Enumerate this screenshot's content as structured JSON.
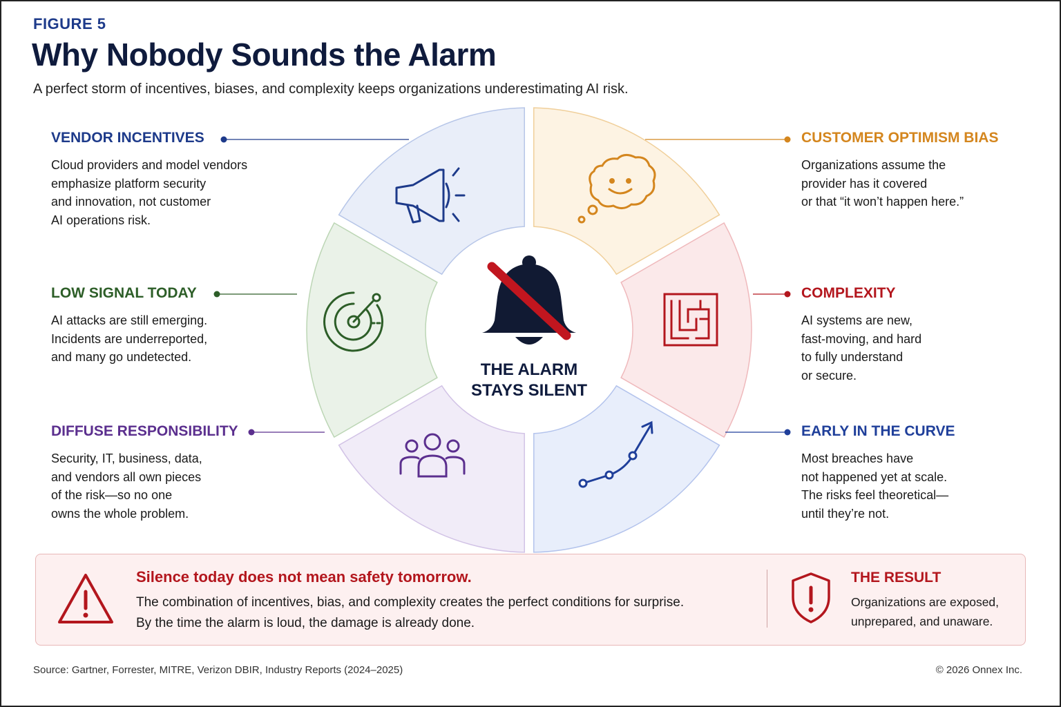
{
  "figure_label": "FIGURE 5",
  "title": "Why Nobody Sounds the Alarm",
  "subtitle": "A perfect storm of incentives, biases, and complexity keeps organizations underestimating AI risk.",
  "center": {
    "text": "THE ALARM\nSTAYS SILENT",
    "icon": "muted-bell-icon"
  },
  "factors": [
    {
      "id": "vendor",
      "title": "VENDOR INCENTIVES",
      "body": "Cloud providers and model vendors\nemphasize platform security\nand innovation, not customer\nAI operations risk.",
      "color": "#1d3a8a",
      "fill": "#e9eef9",
      "stroke": "#b7c6e8",
      "icon": "megaphone-icon"
    },
    {
      "id": "optimism",
      "title": "CUSTOMER OPTIMISM BIAS",
      "body": "Organizations assume the\nprovider has it covered\nor that “it won’t happen here.”",
      "color": "#d4861e",
      "fill": "#fdf3e3",
      "stroke": "#f0cf9a",
      "icon": "thought-bubble-icon"
    },
    {
      "id": "complexity",
      "title": "COMPLEXITY",
      "body": "AI systems are new,\nfast-moving, and hard\nto fully understand\nor secure.",
      "color": "#b3161d",
      "fill": "#fbe9ea",
      "stroke": "#efb9bc",
      "icon": "maze-icon"
    },
    {
      "id": "curve",
      "title": "EARLY IN THE CURVE",
      "body": "Most breaches have\nnot happened yet at scale.\nThe risks feel theoretical—\nuntil they’re not.",
      "color": "#1f3f9a",
      "fill": "#e8eefb",
      "stroke": "#b3c3ec",
      "icon": "rising-curve-icon"
    },
    {
      "id": "diffuse",
      "title": "DIFFUSE RESPONSIBILITY",
      "body": "Security, IT, business, data,\nand vendors all own pieces\nof the risk—so no one\nowns the whole problem.",
      "color": "#5b2f8e",
      "fill": "#f1ecf8",
      "stroke": "#d2c3e6",
      "icon": "group-icon"
    },
    {
      "id": "signal",
      "title": "LOW SIGNAL TODAY",
      "body": "AI attacks are still emerging.\nIncidents are underreported,\nand many go undetected.",
      "color": "#2d5e28",
      "fill": "#eaf2e8",
      "stroke": "#bcd6b5",
      "icon": "radar-icon"
    }
  ],
  "banner": {
    "icon": "warning-triangle-icon",
    "headline": "Silence today does not mean safety tomorrow.",
    "body": "The combination of incentives, bias, and complexity creates the perfect conditions for surprise.\nBy the time the alarm is loud, the damage is already done.",
    "result_icon": "shield-alert-icon",
    "result_title": "THE RESULT",
    "result_body": "Organizations are exposed,\nunprepared, and unaware.",
    "accent": "#b3161d"
  },
  "source": "Source: Gartner, Forrester, MITRE, Verizon DBIR, Industry Reports (2024–2025)",
  "copyright": "© 2026 Onnex Inc."
}
